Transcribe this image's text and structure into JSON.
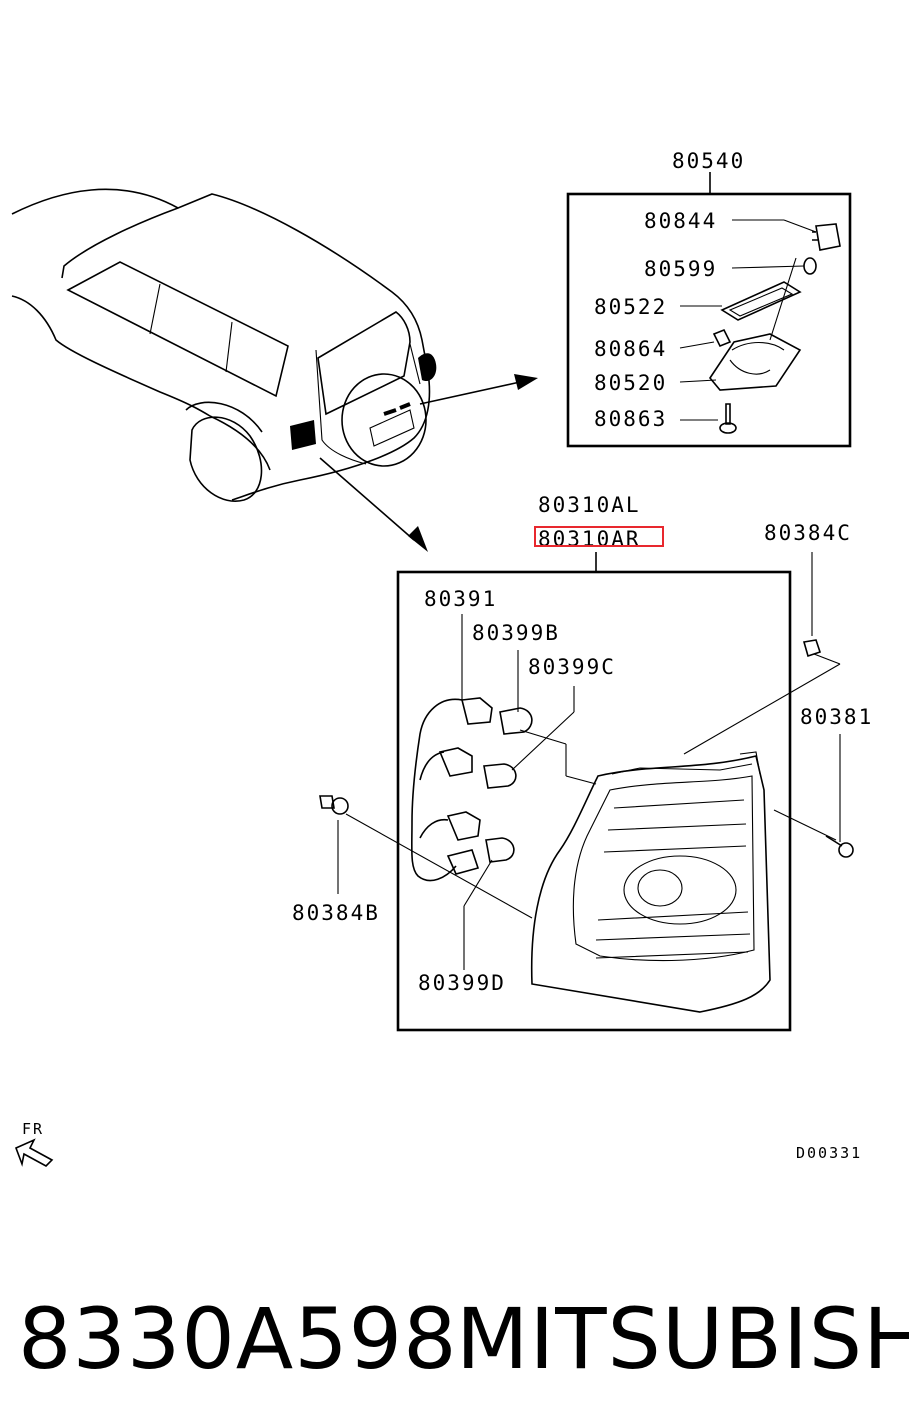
{
  "labels": {
    "kit_license_lamp": "80540",
    "license_lamp_socket": "80844",
    "license_lamp_bulb": "80599",
    "license_lamp_lens": "80522",
    "license_lamp_nut": "80864",
    "license_lamp_housing": "80520",
    "license_lamp_screw": "80863",
    "tail_lamp_left": "80310AL",
    "tail_lamp_right": "80310AR",
    "clip_c": "80384C",
    "socket_harness": "80391",
    "bulb_b": "80399B",
    "bulb_c": "80399C",
    "screw": "80381",
    "clip_b": "80384B",
    "bulb_d": "80399D",
    "front_mark": "FR",
    "diagram_code": "D00331"
  },
  "highlight_color": "#e8282e",
  "footer": {
    "part_number": "8330A598",
    "brand": "MITSUBISHI"
  }
}
